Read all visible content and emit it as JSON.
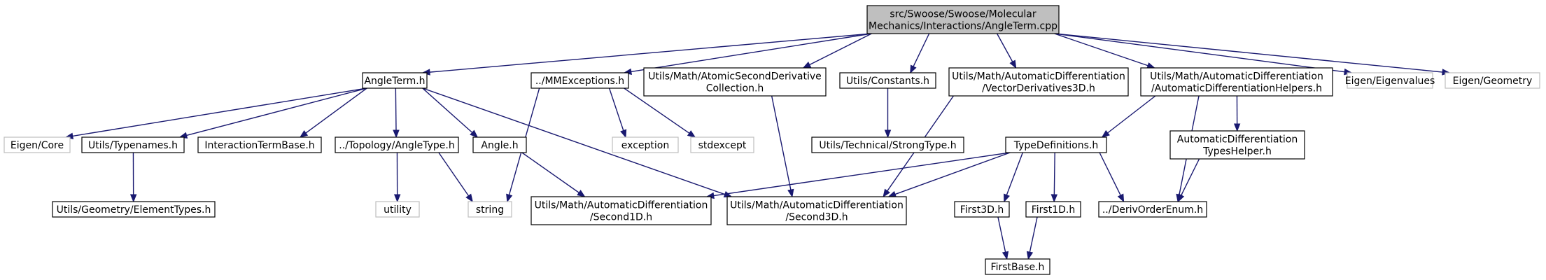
{
  "diagram": {
    "colors": {
      "root_fill": "#bfbfbf",
      "node_fill": "#ffffff",
      "node_border": "#000000",
      "external_border": "#bfbfbf",
      "edge": "#191970"
    },
    "nodes": [
      {
        "id": "root",
        "lines": [
          "src/Swoose/Swoose/Molecular",
          "Mechanics/Interactions/AngleTerm.cpp"
        ],
        "kind": "root"
      },
      {
        "id": "angleterm",
        "lines": [
          "AngleTerm.h"
        ],
        "kind": "header"
      },
      {
        "id": "mmexceptions",
        "lines": [
          "../MMExceptions.h"
        ],
        "kind": "header"
      },
      {
        "id": "atomicsecond",
        "lines": [
          "Utils/Math/AtomicSecondDerivative",
          "Collection.h"
        ],
        "kind": "header"
      },
      {
        "id": "constants",
        "lines": [
          "Utils/Constants.h"
        ],
        "kind": "header"
      },
      {
        "id": "vectorderiv",
        "lines": [
          "Utils/Math/AutomaticDifferentiation",
          "/VectorDerivatives3D.h"
        ],
        "kind": "header"
      },
      {
        "id": "adhelpers",
        "lines": [
          "Utils/Math/AutomaticDifferentiation",
          "/AutomaticDifferentiationHelpers.h"
        ],
        "kind": "header"
      },
      {
        "id": "eigenvalues",
        "lines": [
          "Eigen/Eigenvalues"
        ],
        "kind": "external"
      },
      {
        "id": "eigengeometry",
        "lines": [
          "Eigen/Geometry"
        ],
        "kind": "external"
      },
      {
        "id": "eigencore",
        "lines": [
          "Eigen/Core"
        ],
        "kind": "external"
      },
      {
        "id": "typenames",
        "lines": [
          "Utils/Typenames.h"
        ],
        "kind": "header"
      },
      {
        "id": "interactionbase",
        "lines": [
          "InteractionTermBase.h"
        ],
        "kind": "header"
      },
      {
        "id": "angletype",
        "lines": [
          "../Topology/AngleType.h"
        ],
        "kind": "header"
      },
      {
        "id": "angle",
        "lines": [
          "Angle.h"
        ],
        "kind": "header"
      },
      {
        "id": "exception",
        "lines": [
          "exception"
        ],
        "kind": "external"
      },
      {
        "id": "stdexcept",
        "lines": [
          "stdexcept"
        ],
        "kind": "external"
      },
      {
        "id": "strongtype",
        "lines": [
          "Utils/Technical/StrongType.h"
        ],
        "kind": "header"
      },
      {
        "id": "typedefs",
        "lines": [
          "TypeDefinitions.h"
        ],
        "kind": "header"
      },
      {
        "id": "adtypeshelper",
        "lines": [
          "AutomaticDifferentiation",
          "TypesHelper.h"
        ],
        "kind": "header"
      },
      {
        "id": "elementtypes",
        "lines": [
          "Utils/Geometry/ElementTypes.h"
        ],
        "kind": "header"
      },
      {
        "id": "utility",
        "lines": [
          "utility"
        ],
        "kind": "external"
      },
      {
        "id": "string",
        "lines": [
          "string"
        ],
        "kind": "external"
      },
      {
        "id": "second1d",
        "lines": [
          "Utils/Math/AutomaticDifferentiation",
          "/Second1D.h"
        ],
        "kind": "header"
      },
      {
        "id": "second3d",
        "lines": [
          "Utils/Math/AutomaticDifferentiation",
          "/Second3D.h"
        ],
        "kind": "header"
      },
      {
        "id": "first3d",
        "lines": [
          "First3D.h"
        ],
        "kind": "header"
      },
      {
        "id": "first1d",
        "lines": [
          "First1D.h"
        ],
        "kind": "header"
      },
      {
        "id": "derivorder",
        "lines": [
          "../DerivOrderEnum.h"
        ],
        "kind": "header"
      },
      {
        "id": "firstbase",
        "lines": [
          "FirstBase.h"
        ],
        "kind": "header"
      }
    ],
    "edges": [
      {
        "from": "root",
        "to": "angleterm"
      },
      {
        "from": "root",
        "to": "mmexceptions"
      },
      {
        "from": "root",
        "to": "atomicsecond"
      },
      {
        "from": "root",
        "to": "constants"
      },
      {
        "from": "root",
        "to": "vectorderiv"
      },
      {
        "from": "root",
        "to": "adhelpers"
      },
      {
        "from": "root",
        "to": "eigenvalues"
      },
      {
        "from": "root",
        "to": "eigengeometry"
      },
      {
        "from": "angleterm",
        "to": "eigencore"
      },
      {
        "from": "angleterm",
        "to": "typenames"
      },
      {
        "from": "angleterm",
        "to": "interactionbase"
      },
      {
        "from": "angleterm",
        "to": "angletype"
      },
      {
        "from": "angleterm",
        "to": "angle"
      },
      {
        "from": "angleterm",
        "to": "second3d"
      },
      {
        "from": "typenames",
        "to": "elementtypes"
      },
      {
        "from": "angletype",
        "to": "utility"
      },
      {
        "from": "angletype",
        "to": "string"
      },
      {
        "from": "angle",
        "to": "second1d"
      },
      {
        "from": "mmexceptions",
        "to": "string"
      },
      {
        "from": "mmexceptions",
        "to": "exception"
      },
      {
        "from": "mmexceptions",
        "to": "stdexcept"
      },
      {
        "from": "atomicsecond",
        "to": "second3d"
      },
      {
        "from": "constants",
        "to": "strongtype"
      },
      {
        "from": "vectorderiv",
        "to": "second3d"
      },
      {
        "from": "adhelpers",
        "to": "typedefs"
      },
      {
        "from": "adhelpers",
        "to": "adtypeshelper"
      },
      {
        "from": "adhelpers",
        "to": "derivorder"
      },
      {
        "from": "adtypeshelper",
        "to": "derivorder"
      },
      {
        "from": "typedefs",
        "to": "second1d"
      },
      {
        "from": "typedefs",
        "to": "second3d"
      },
      {
        "from": "typedefs",
        "to": "first3d"
      },
      {
        "from": "typedefs",
        "to": "first1d"
      },
      {
        "from": "typedefs",
        "to": "derivorder"
      },
      {
        "from": "first3d",
        "to": "firstbase"
      },
      {
        "from": "first1d",
        "to": "firstbase"
      }
    ]
  }
}
